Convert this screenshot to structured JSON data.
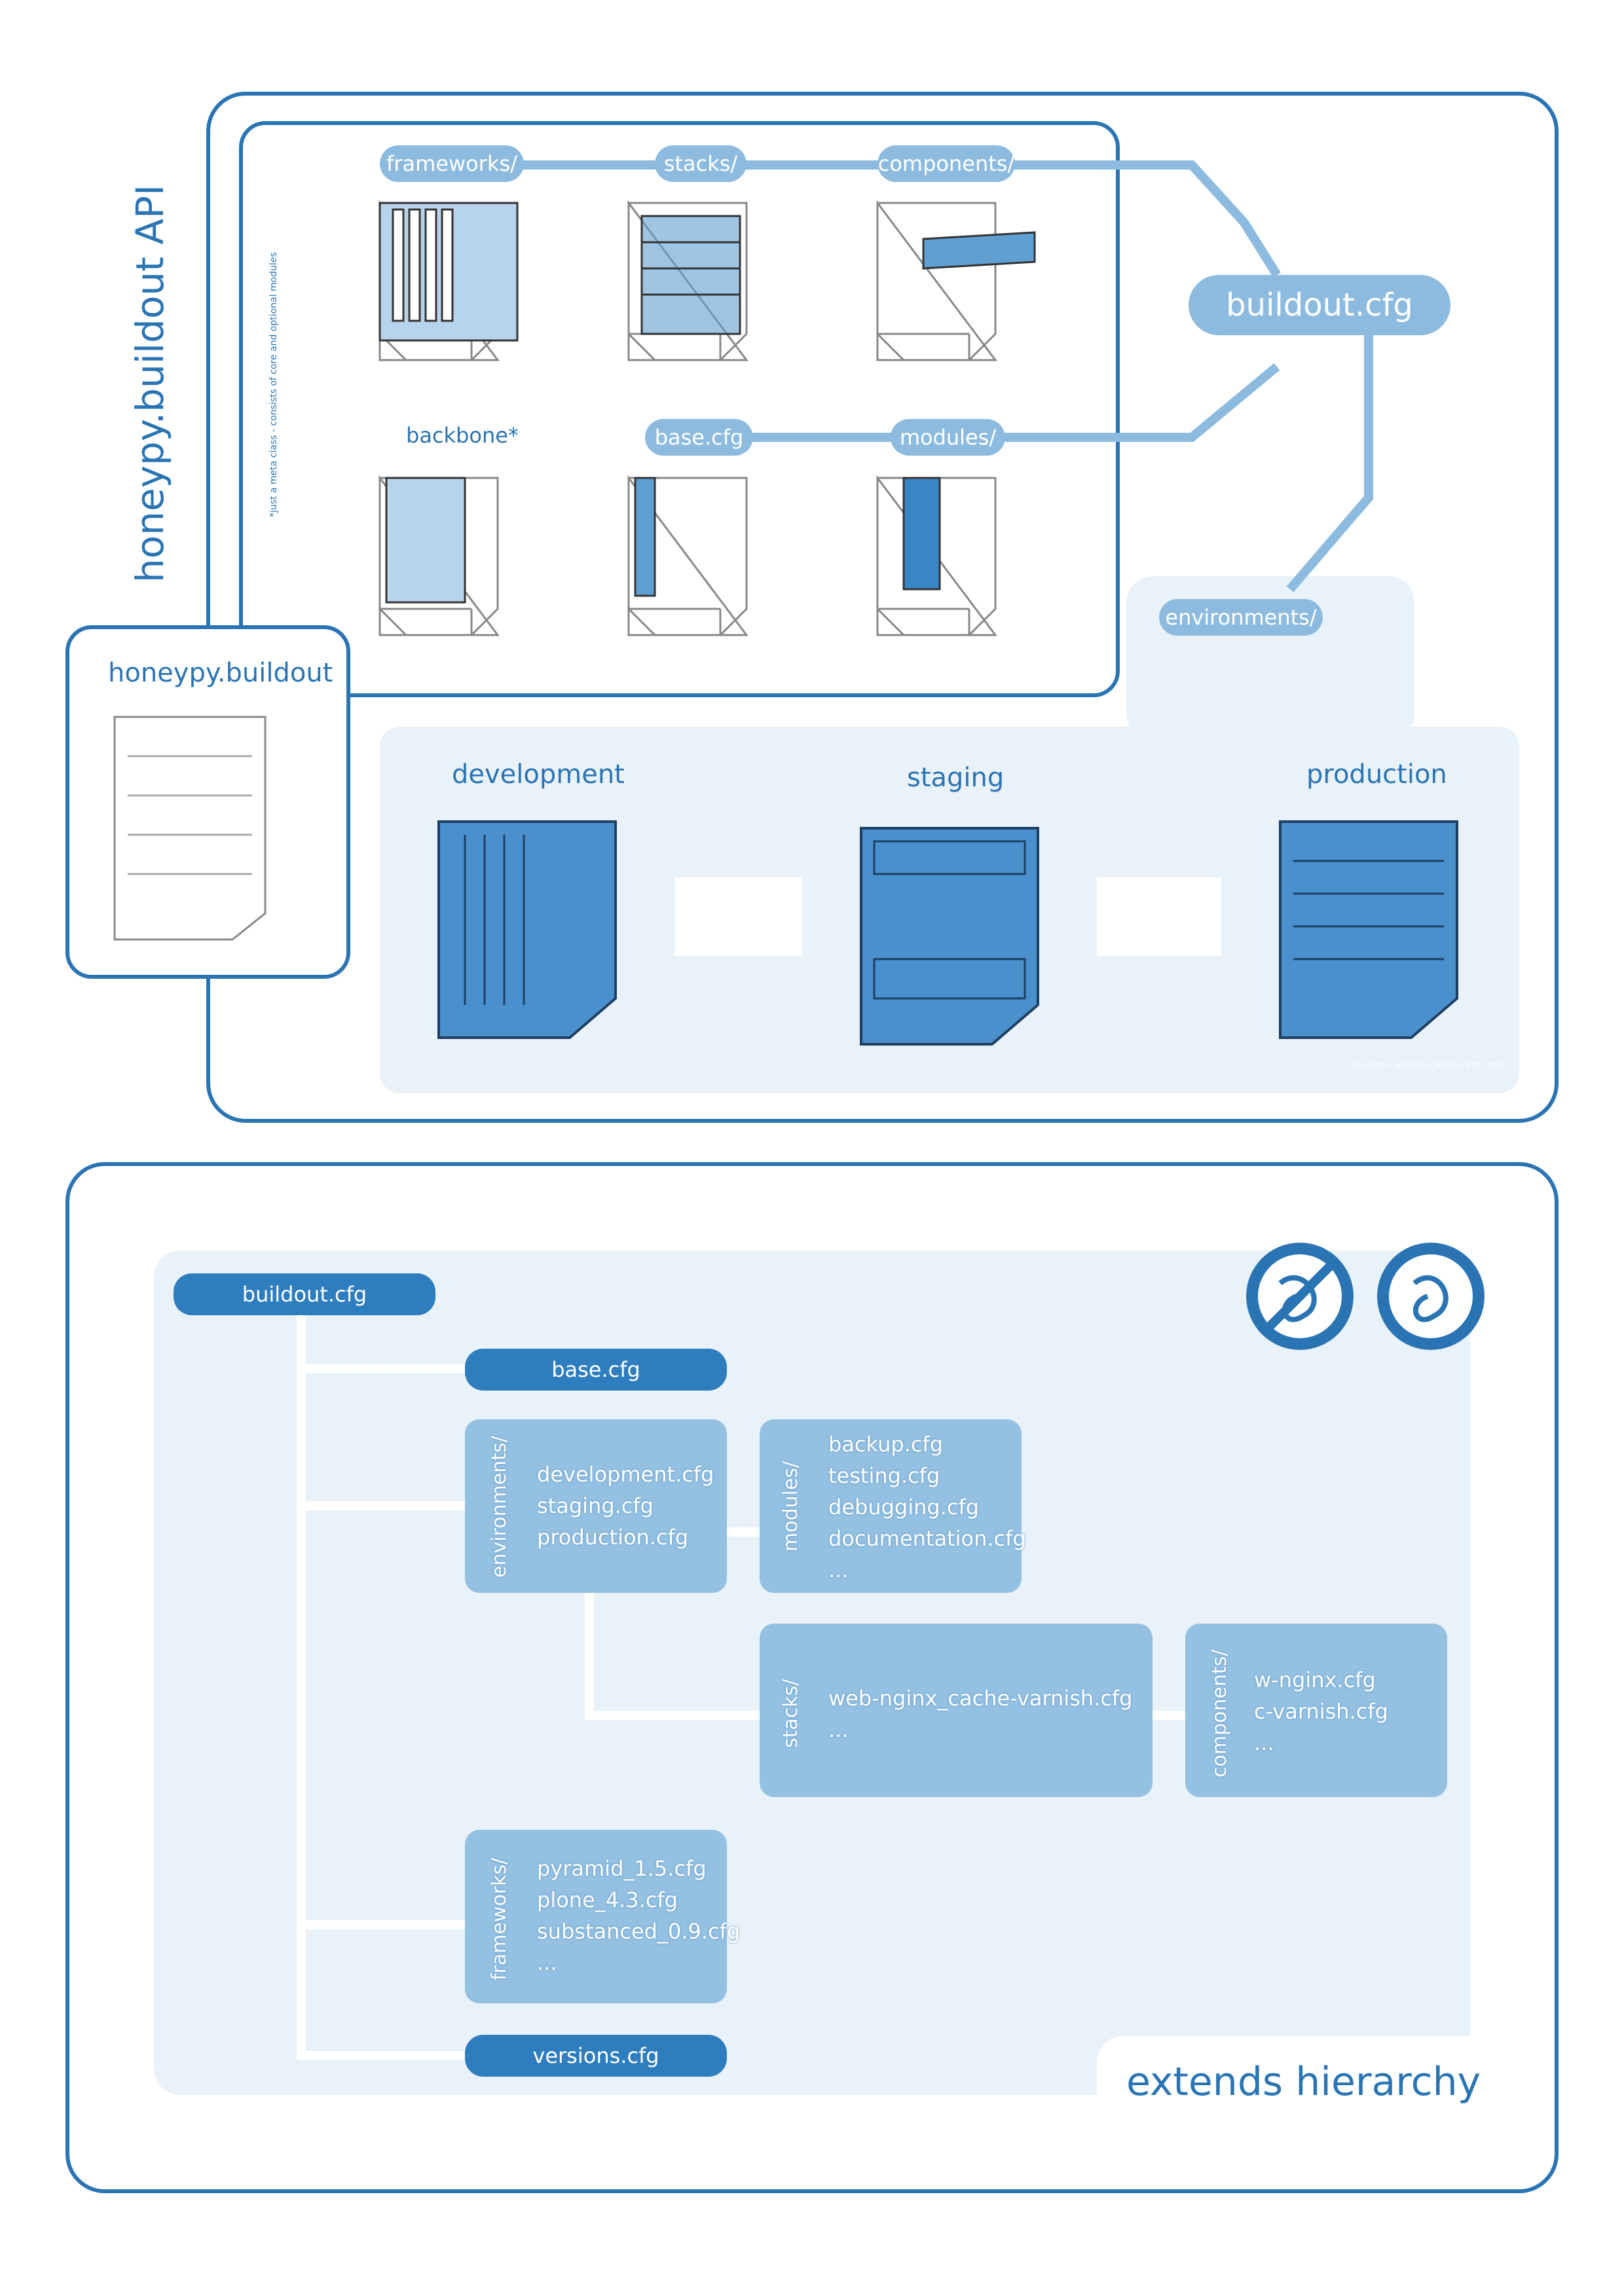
{
  "top": {
    "api_title": "honeypy.buildout API",
    "note": "*just a meta class - consists of core and optional modules",
    "frameworks": "frameworks/",
    "stacks": "stacks/",
    "components": "components/",
    "buildout": "buildout.cfg",
    "backbone": "backbone*",
    "base": "base.cfg",
    "modules": "modules/",
    "environments": "environments/",
    "honeypy_buildout": "honeypy.buildout",
    "development": "development",
    "staging": "staging",
    "production": "production",
    "copyright": "Copyright - Jens Klein, Jensens, ZDE, 2016"
  },
  "bottom": {
    "title": "extends hierarchy",
    "buildout": "buildout.cfg",
    "base": "base.cfg",
    "versions": "versions.cfg",
    "environments_label": "environments/",
    "environments_files": [
      "development.cfg",
      "staging.cfg",
      "production.cfg"
    ],
    "modules_label": "modules/",
    "modules_files": [
      "backup.cfg",
      "testing.cfg",
      "debugging.cfg",
      "documentation.cfg",
      "..."
    ],
    "stacks_label": "stacks/",
    "stacks_files": [
      "web-nginx_cache-varnish.cfg",
      "..."
    ],
    "components_label": "components/",
    "components_files": [
      "w-nginx.cfg",
      "c-varnish.cfg",
      "..."
    ],
    "frameworks_label": "frameworks/",
    "frameworks_files": [
      "pyramid_1.5.cfg",
      "plone_4.3.cfg",
      "substanced_0.9.cfg",
      "..."
    ]
  },
  "colors": {
    "primary": "#2b74b4",
    "light": "#8dbbdf",
    "soft": "#e9f2f9",
    "dark_pill": "#2e7dbf"
  }
}
